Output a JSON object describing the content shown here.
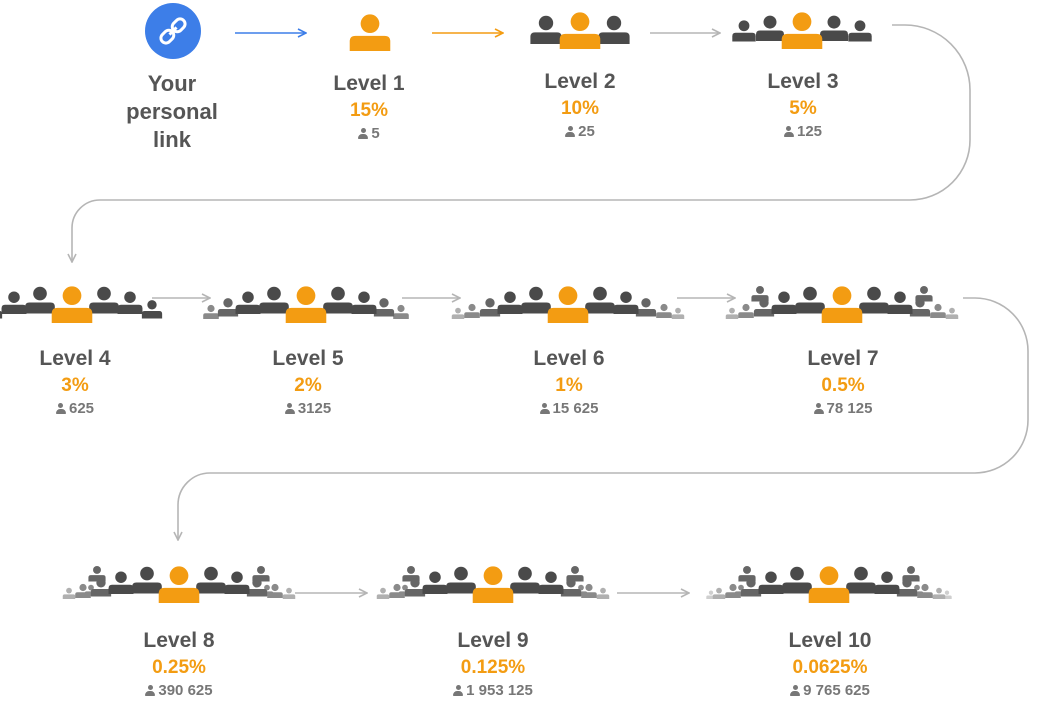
{
  "start": {
    "label": "Your personal link",
    "icon": "link-icon",
    "color": "#3d7ee8"
  },
  "accent_color": "#f39c12",
  "people_color": "#4a4a4a",
  "levels": [
    {
      "label": "Level 1",
      "percent": "15%",
      "count": "5"
    },
    {
      "label": "Level 2",
      "percent": "10%",
      "count": "25"
    },
    {
      "label": "Level 3",
      "percent": "5%",
      "count": "125"
    },
    {
      "label": "Level 4",
      "percent": "3%",
      "count": "625"
    },
    {
      "label": "Level 5",
      "percent": "2%",
      "count": "3125"
    },
    {
      "label": "Level 6",
      "percent": "1%",
      "count": "15 625"
    },
    {
      "label": "Level 7",
      "percent": "0.5%",
      "count": "78 125"
    },
    {
      "label": "Level 8",
      "percent": "0.25%",
      "count": "390 625"
    },
    {
      "label": "Level 9",
      "percent": "0.125%",
      "count": "1 953 125"
    },
    {
      "label": "Level 10",
      "percent": "0.0625%",
      "count": "9 765 625"
    }
  ]
}
